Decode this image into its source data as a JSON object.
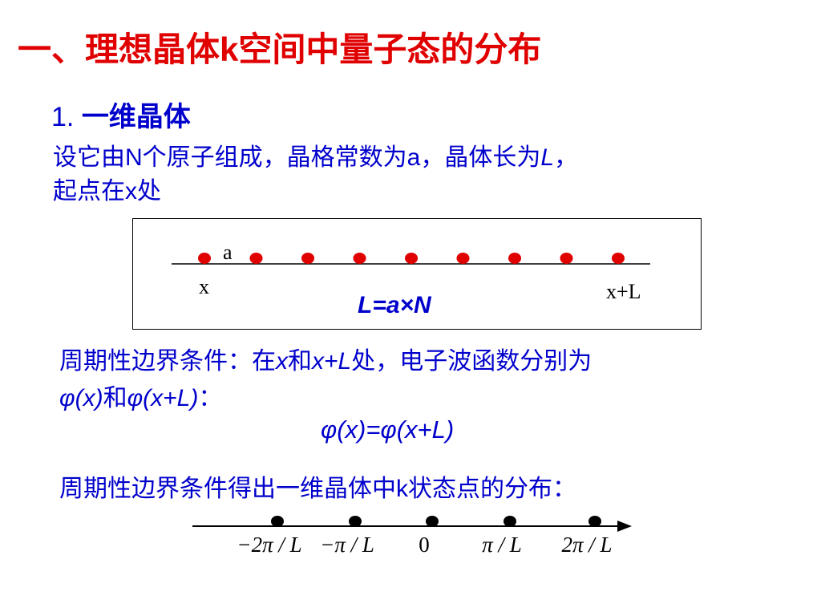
{
  "title": "一、理想晶体k空间中量子态的分布",
  "section": {
    "number": "1.",
    "label": "一维晶体"
  },
  "intro": {
    "line1_a": "设它由N个原子组成，晶格常数为a，晶体长为",
    "line1_L": "L",
    "line1_b": "，",
    "line2": "起点在x处"
  },
  "lattice_figure": {
    "spacing_label": "a",
    "start_label": "x",
    "end_label": "x+L",
    "formula": "L=a×N",
    "atom_count": 9,
    "atom_color": "#e00000"
  },
  "boundary": {
    "l1_a": "周期性边界条件：在",
    "l1_x": "x",
    "l1_b": "和",
    "l1_xL": "x+L",
    "l1_c": "处，电子波函数分别为",
    "l2_phi1": "φ",
    "l2_x": "(x)",
    "l2_and": "和",
    "l2_phi2": "φ",
    "l2_xL": "(x+L)",
    "l2_colon": "："
  },
  "equation": "φ(x)=φ(x+L)",
  "conclusion": "周期性边界条件得出一维晶体中k状态点的分布：",
  "k_axis": {
    "labels": [
      "−2π / L",
      "−π / L",
      "0",
      "π / L",
      "2π / L"
    ]
  },
  "colors": {
    "title": "#e00000",
    "text": "#0000cc",
    "atom": "#e00000",
    "axis": "#000000"
  }
}
